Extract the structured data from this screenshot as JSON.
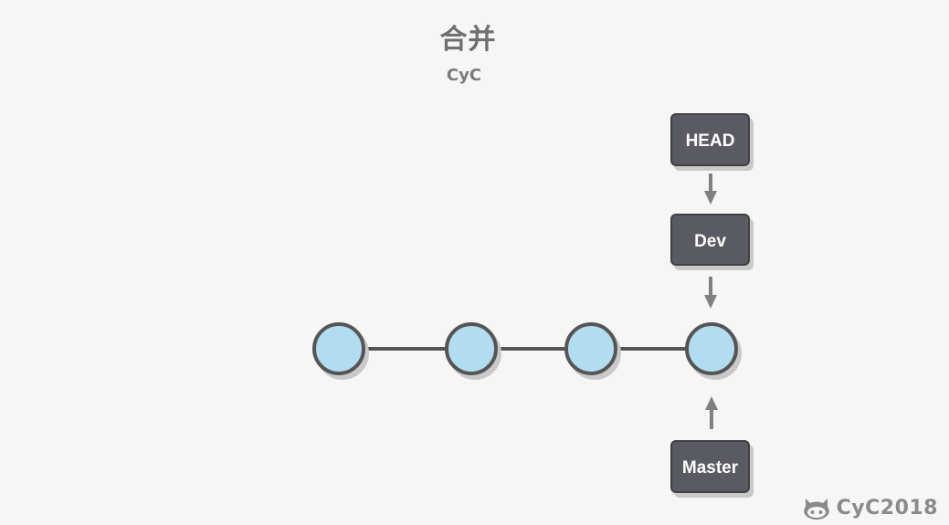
{
  "title": "合并",
  "subtitle": "CyC",
  "refs": {
    "head": "HEAD",
    "dev": "Dev",
    "master": "Master"
  },
  "watermark": {
    "icon": "github-octocat-icon",
    "text": "CyC2018"
  },
  "colors": {
    "background": "#f6f6f6",
    "commit_fill": "#b2dcf0",
    "commit_stroke": "#555555",
    "ref_box": "#5a5a62",
    "arrow": "#808080",
    "title": "#707070"
  }
}
